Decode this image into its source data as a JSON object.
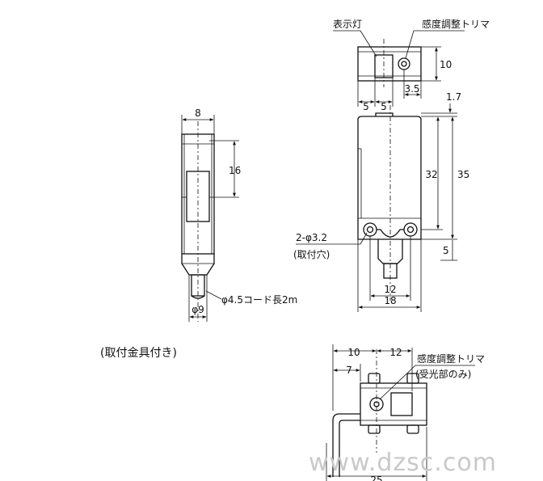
{
  "labels": {
    "indicator": "表示灯",
    "sensitivity_trimmer": "感度調整トリマ",
    "sensitivity_trimmer_2": "感度調整トリマ",
    "receiver_only": "(受光部のみ)",
    "mounting_hole": "2-φ3.2",
    "mounting_hole_note": "(取付穴)",
    "cord": "φ4.5コード長2m",
    "bracket_caption": "(取付金具付き)"
  },
  "dimensions": {
    "side_width": "8",
    "side_window": "16",
    "side_dia": "φ9",
    "top_height": "10",
    "top_offset": "3.5",
    "top_left": "5",
    "top_mid": "5",
    "front_top": "1.7",
    "front_inner": "32",
    "front_total": "35",
    "front_bottom": "5",
    "front_hole_pitch": "12",
    "front_width": "18",
    "br_left": "10",
    "br_mid": "12",
    "br_offset": "7",
    "br_width": "25"
  },
  "watermark": "www.dzsc.com"
}
